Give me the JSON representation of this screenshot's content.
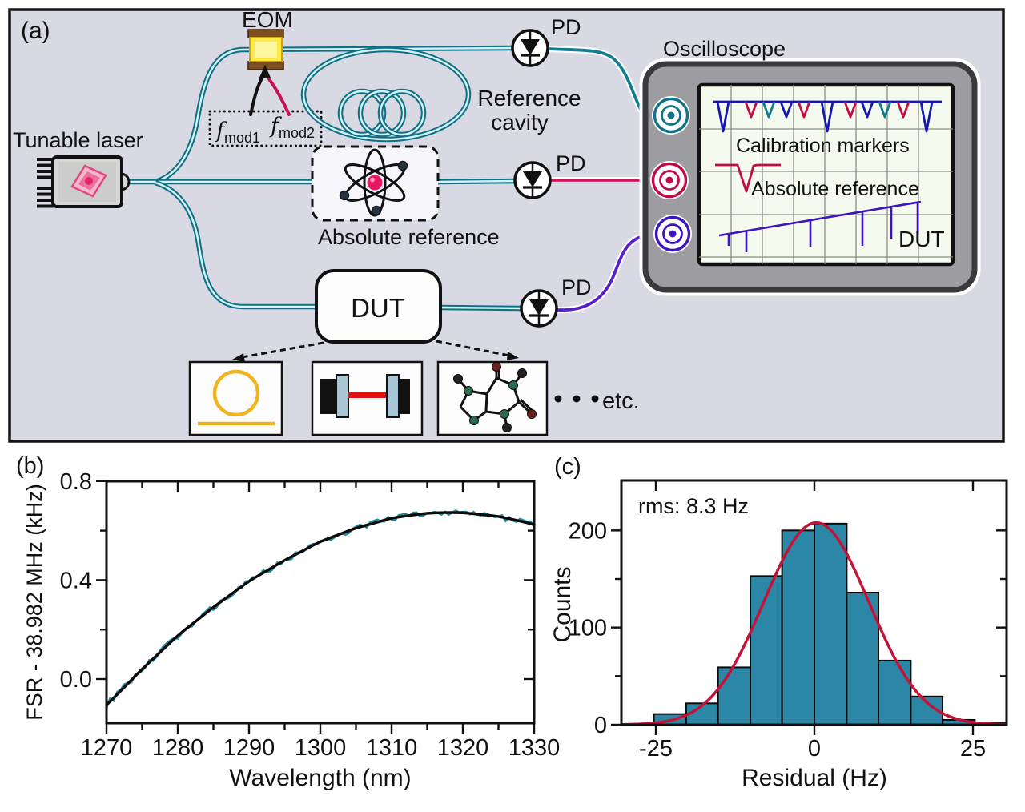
{
  "panel_a": {
    "label": "(a)",
    "tunable_laser_label": "Tunable laser",
    "eom_label": "EOM",
    "fmod1": {
      "f": "f",
      "sub": "mod1"
    },
    "fmod2": {
      "f": "f",
      "sub": "mod2"
    },
    "reference_cavity_label_1": "Reference",
    "reference_cavity_label_2": "cavity",
    "absolute_reference_label": "Absolute reference",
    "pd_label_top": "PD",
    "pd_label_mid": "PD",
    "pd_label_bottom": "PD",
    "dut_label": "DUT",
    "etc_label": "etc.",
    "oscilloscope": {
      "title": "Oscilloscope",
      "trace_labels": {
        "calibration": "Calibration markers",
        "absolute": "Absolute reference",
        "dut": "DUT"
      }
    },
    "colors": {
      "panel_bg": "#d9d9e4",
      "fiber": "#0d7187",
      "wire_top": "#117d8f",
      "wire_middle": "#d4145a",
      "wire_bottom": "#5a1fc8",
      "trace_navy": "#1616b4",
      "trace_crimson": "#c40a45",
      "trace_teal": "#0c7c8c",
      "trace_purple": "#3d14c4",
      "eom_yellow": "#ffe944",
      "ring_resonator_yellow": "#efb51f"
    }
  },
  "chart_data": [
    {
      "id": "panel_b",
      "type": "line",
      "panel_label": "(b)",
      "xlabel": "Wavelength (nm)",
      "ylabel": "FSR - 38.982 MHz (kHz)",
      "xlim": [
        1270,
        1330
      ],
      "ylim": [
        -0.178,
        0.8
      ],
      "x_major_ticks": [
        1270,
        1280,
        1290,
        1300,
        1310,
        1320,
        1330
      ],
      "x_minor_ticks": [
        1275,
        1285,
        1295,
        1305,
        1315,
        1325
      ],
      "y_major_ticks": [
        0.0,
        0.4,
        0.8
      ],
      "y_minor_ticks": [
        0.2,
        0.6
      ],
      "grid": false,
      "series": [
        {
          "name": "measured",
          "color": "#1f8ba0",
          "style": "noisy",
          "noise_amp_khz": 0.012
        },
        {
          "name": "fit",
          "color": "#0a0a0a",
          "style": "smooth"
        }
      ],
      "x": [
        1270,
        1272.5,
        1275,
        1277.5,
        1280,
        1282.5,
        1285,
        1287.5,
        1290,
        1292.5,
        1295,
        1297.5,
        1300,
        1302.5,
        1305,
        1307.5,
        1310,
        1312.5,
        1315,
        1317.5,
        1320,
        1322.5,
        1325,
        1327.5,
        1330
      ],
      "fit_y": [
        -0.105,
        -0.033,
        0.04,
        0.108,
        0.175,
        0.233,
        0.29,
        0.343,
        0.395,
        0.438,
        0.48,
        0.518,
        0.555,
        0.583,
        0.61,
        0.63,
        0.65,
        0.661,
        0.67,
        0.673,
        0.672,
        0.665,
        0.657,
        0.642,
        0.625
      ]
    },
    {
      "id": "panel_c",
      "type": "histogram",
      "panel_label": "(c)",
      "annotation": "rms: 8.3 Hz",
      "xlabel": "Residual (Hz)",
      "ylabel": "Counts",
      "xlim": [
        -30.4,
        30.3
      ],
      "ylim": [
        0,
        251
      ],
      "x_major_ticks": [
        -25,
        0,
        25
      ],
      "y_major_ticks": [
        0,
        100,
        200
      ],
      "y_minor_ticks": [
        50,
        150
      ],
      "grid": false,
      "bin_edges": [
        -25.3,
        -20.2,
        -15.2,
        -10.1,
        -5.1,
        0,
        5.1,
        10.1,
        15.2,
        20.2,
        25.3,
        30.3
      ],
      "counts": [
        11,
        22,
        59,
        153,
        200,
        207,
        136,
        66,
        29,
        5,
        2
      ],
      "bar_color": "#2b87a5",
      "fit": {
        "type": "gaussian",
        "amplitude": 208,
        "mean": 0.3,
        "sigma": 8.3,
        "color": "#c41238"
      }
    }
  ]
}
